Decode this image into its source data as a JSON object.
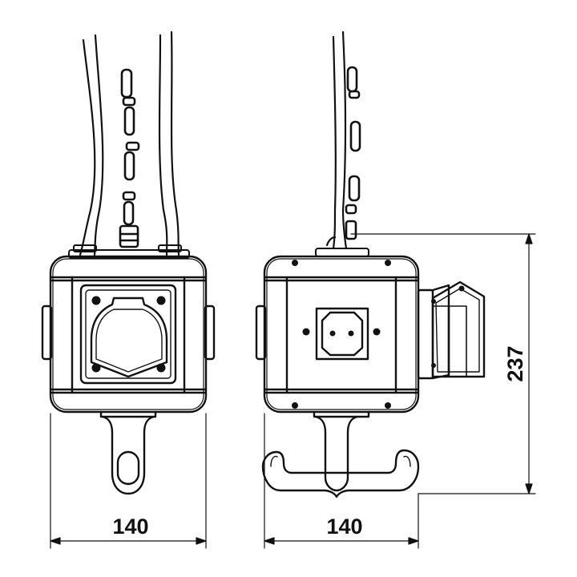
{
  "dimensions": {
    "front_width": "140",
    "side_width": "140",
    "height": "237"
  },
  "colors": {
    "line": "#111111",
    "background": "#ffffff"
  }
}
